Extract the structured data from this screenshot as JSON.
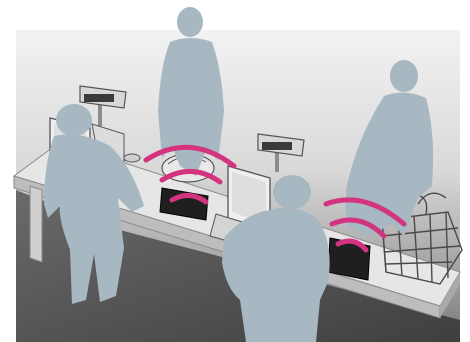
{
  "scene": {
    "colors": {
      "background": "#ffffff",
      "floor_light": "#eeeeee",
      "floor_dark": "#535353",
      "counter_top": "#e4e4e4",
      "counter_side": "#c6c6c6",
      "people": "#a7b8c2",
      "rfid_waves": "#d4337f",
      "reader_pad": "#222222",
      "device_outline": "#555555"
    },
    "icons": {
      "people": "person-silhouette",
      "waves": "rfid-signal-waves",
      "readers": "nfc-reader-pad",
      "terminals": "pos-terminal-monitor",
      "basket": "shopping-basket"
    }
  }
}
